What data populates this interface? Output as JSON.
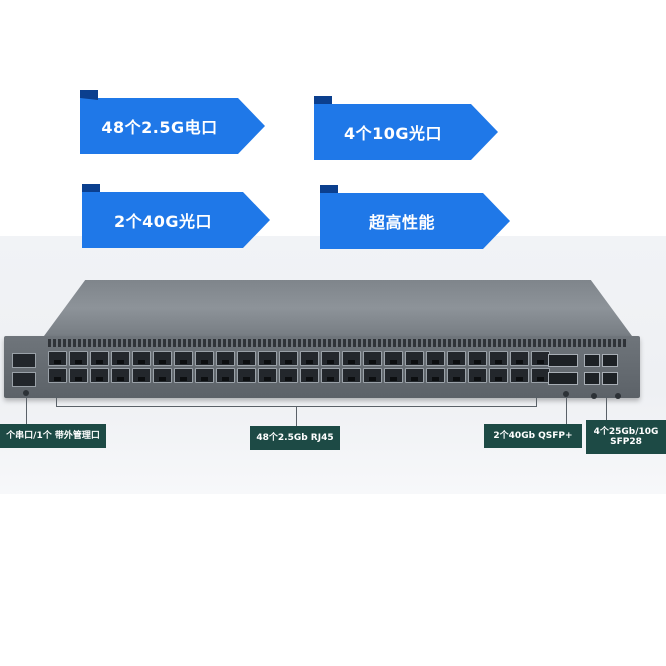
{
  "callouts": [
    {
      "id": "c1",
      "label": "48个2.5G电口"
    },
    {
      "id": "c2",
      "label": "4个10G光口"
    },
    {
      "id": "c3",
      "label": "2个40G光口"
    },
    {
      "id": "c4",
      "label": "超高性能"
    }
  ],
  "port_labels": {
    "console": "个串口/1个 带外管理口",
    "rj45": "48个2.5Gb RJ45",
    "qsfp": "2个40Gb QSFP+",
    "sfp28_line1": "4个25Gb/10G",
    "sfp28_line2": "SFP28"
  },
  "colors": {
    "callout_blue": "#1f78e8",
    "callout_dark": "#0b3f8e",
    "tag_green": "#1d4a45",
    "chassis_gray": "#6f757b"
  }
}
